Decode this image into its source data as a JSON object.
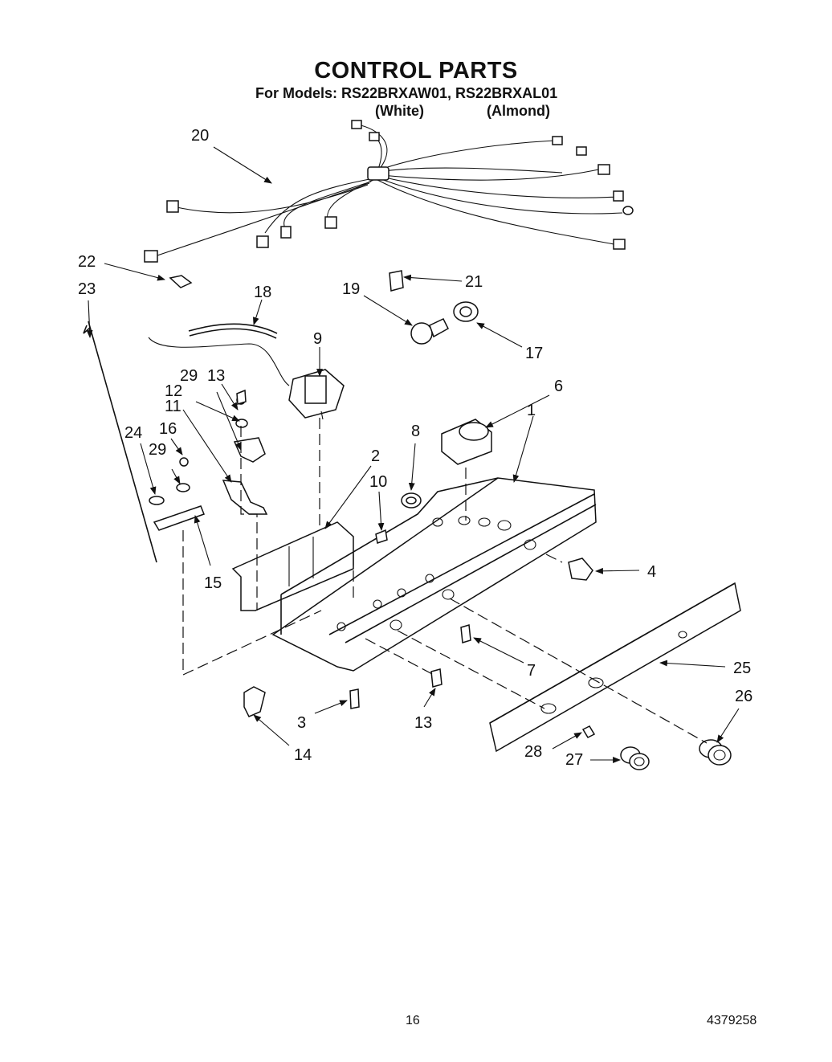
{
  "header": {
    "title": "CONTROL PARTS",
    "models_line": "For Models: RS22BRXAW01, RS22BRXAL01",
    "variant_white": "(White)",
    "variant_almond": "(Almond)"
  },
  "callouts": [
    "1",
    "2",
    "3",
    "4",
    "6",
    "7",
    "8",
    "9",
    "10",
    "11",
    "12",
    "13",
    "13",
    "14",
    "15",
    "16",
    "17",
    "18",
    "19",
    "20",
    "21",
    "22",
    "23",
    "24",
    "25",
    "26",
    "27",
    "28",
    "29",
    "29"
  ],
  "footer": {
    "page_number": "16",
    "document_number": "4379258"
  }
}
